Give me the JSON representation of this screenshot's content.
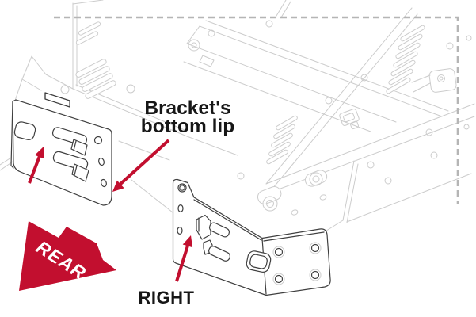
{
  "figure": {
    "kind": "bracket-installation-illustration",
    "labels": {
      "bottom_lip_line1": "Bracket's",
      "bottom_lip_line2": "bottom lip",
      "rear": "REAR",
      "right": "RIGHT"
    },
    "colors": {
      "background": "#ffffff",
      "annotation_red": "#c20f2f",
      "rear_label_text": "#ffffff",
      "label_text": "#161616",
      "bracket_stroke": "#3f3f3f",
      "chassis_stroke": "#cccccc",
      "dashed_border": "#b5b5b5"
    }
  }
}
